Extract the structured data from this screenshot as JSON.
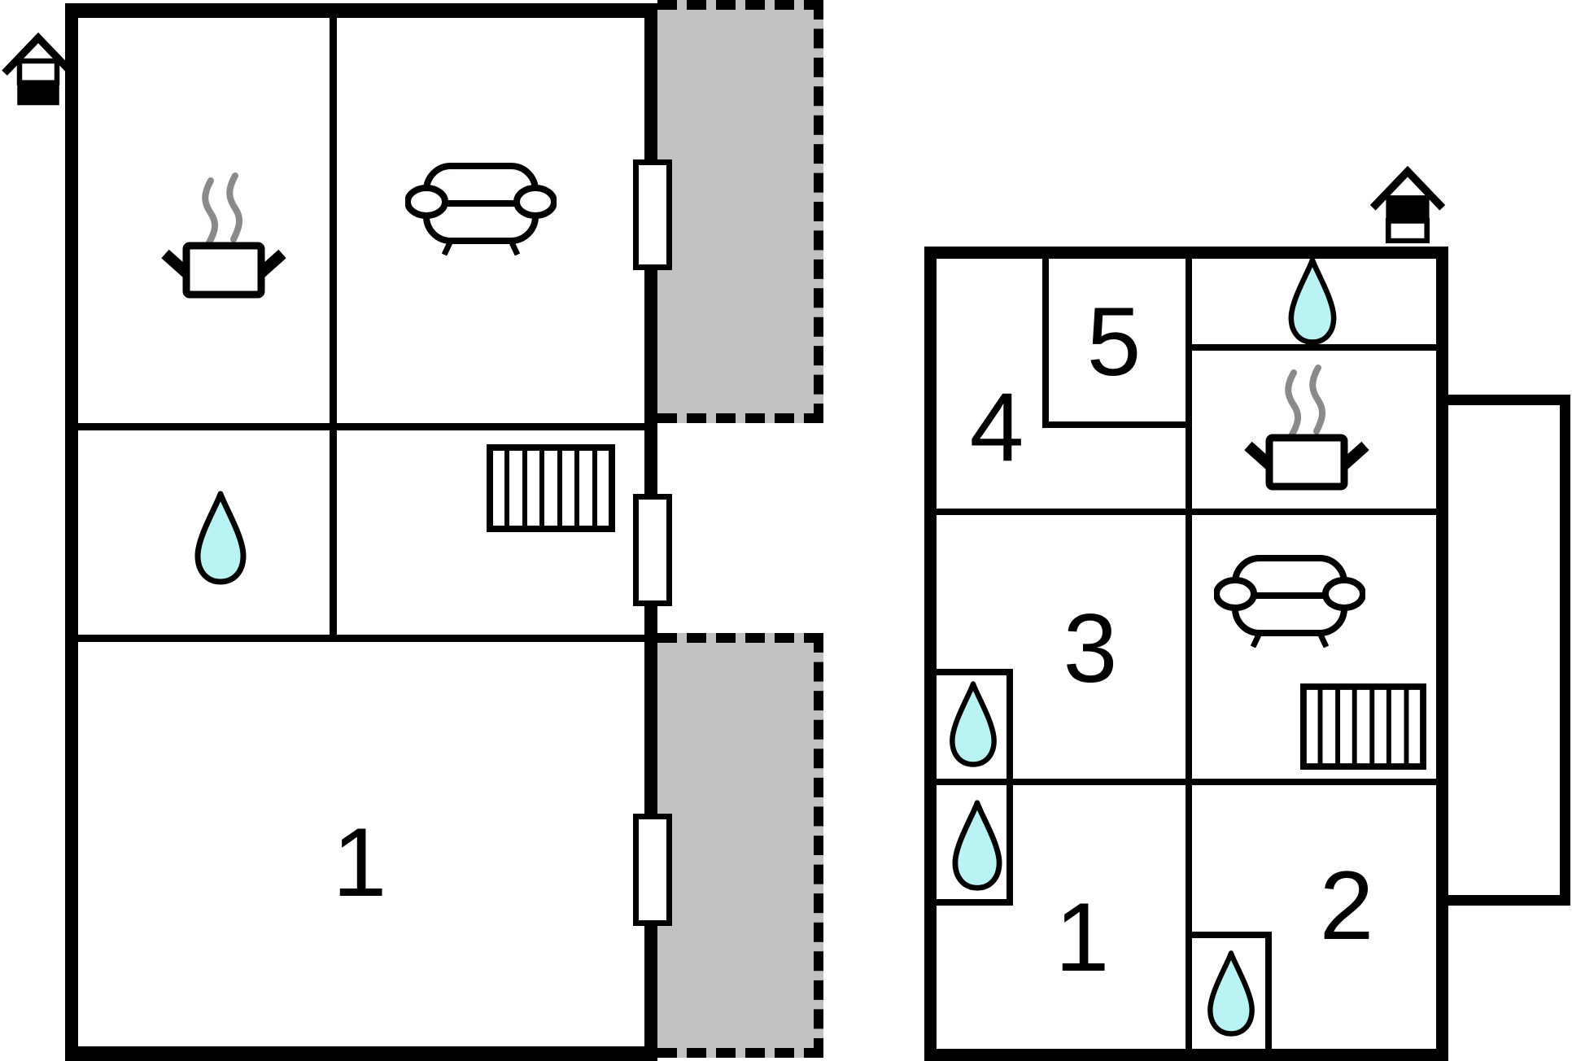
{
  "page": {
    "type": "holiday-home-floor-plan",
    "background": "#ffffff"
  },
  "colors": {
    "wall": "#000000",
    "terrace_fill": "#c1c1c1",
    "water_drop_fill": "#b9f3f4",
    "steam": "#8a8a8a",
    "icon_outline": "#000000"
  },
  "floor1": {
    "indicator": "ground-floor-house-icon",
    "room_labels": [
      {
        "label": "1"
      }
    ],
    "icons": [
      "cooking-pot-icon",
      "sofa-icon",
      "water-drop-icon",
      "radiator-icon"
    ]
  },
  "floor2": {
    "indicator": "upper-floor-house-icon",
    "room_labels": [
      {
        "label": "4"
      },
      {
        "label": "5"
      },
      {
        "label": "3"
      },
      {
        "label": "1"
      },
      {
        "label": "2"
      }
    ],
    "icons": [
      "water-drop-icon",
      "cooking-pot-icon",
      "sofa-icon",
      "radiator-icon",
      "water-drop-icon",
      "water-drop-icon",
      "water-drop-icon"
    ]
  }
}
